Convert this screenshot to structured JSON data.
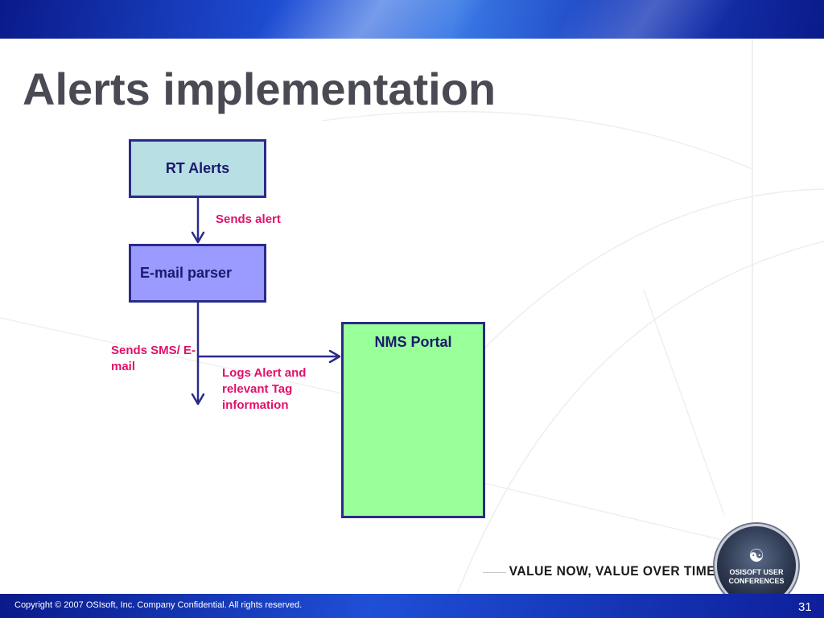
{
  "slide": {
    "title": "Alerts implementation",
    "tagline": "VALUE NOW, VALUE OVER TIME",
    "badge_text": "OSISOFT USER CONFERENCES",
    "copyright": "Copyright © 2007 OSIsoft, Inc. Company Confidential. All rights reserved.",
    "page_number": "31"
  },
  "diagram": {
    "nodes": {
      "rt_alerts": "RT Alerts",
      "email_parser": "E-mail parser",
      "nms_portal": "NMS Portal"
    },
    "edges": {
      "sends_alert": "Sends alert",
      "sends_sms": "Sends SMS/ E-mail",
      "logs_alert": "Logs Alert and relevant Tag information"
    }
  },
  "colors": {
    "box_border": "#2a2a8a",
    "rt_alerts_fill": "#b8dfe4",
    "email_parser_fill": "#9a9aff",
    "nms_portal_fill": "#99ff99",
    "edge_label": "#e0116a",
    "title": "#4a4a54",
    "bar_blue": "#1f4fd6"
  }
}
